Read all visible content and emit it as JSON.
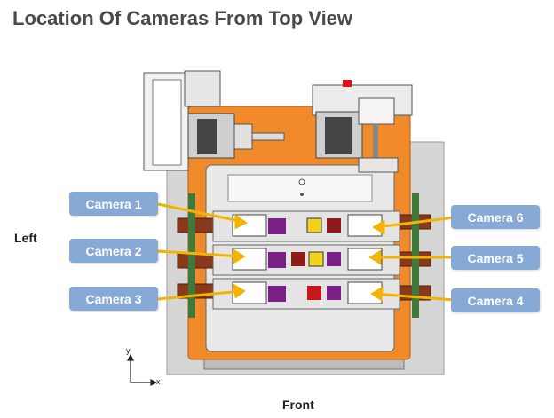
{
  "title": "Location Of Cameras From Top View",
  "labels": {
    "left": "Left",
    "front": "Front"
  },
  "axes": {
    "y": "y",
    "x": "x"
  },
  "cameras": [
    {
      "label": "Camera 1"
    },
    {
      "label": "Camera 2"
    },
    {
      "label": "Camera 3"
    },
    {
      "label": "Camera 6"
    },
    {
      "label": "Camera 5"
    },
    {
      "label": "Camera 4"
    }
  ],
  "colors": {
    "callout": "#86a9d6",
    "arrow": "#f2b400",
    "frame_orange": "#f08a2a",
    "plate_gray": "#cfcfcf"
  }
}
